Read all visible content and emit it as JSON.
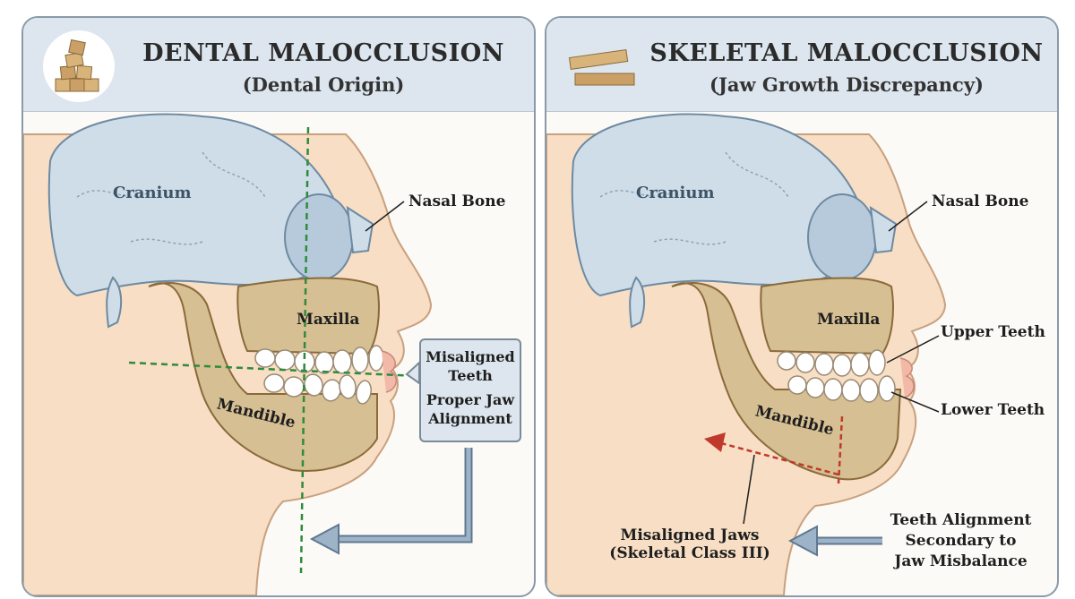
{
  "left_panel": {
    "title": "DENTAL MALOCCLUSION",
    "subtitle": "(Dental Origin)",
    "icon": "stacked-blocks-icon",
    "labels": {
      "cranium": "Cranium",
      "nasal_bone": "Nasal Bone",
      "maxilla": "Maxilla",
      "mandible": "Mandible"
    },
    "callout": {
      "line1": "Misaligned",
      "line2": "Teeth",
      "line3": "Proper Jaw",
      "line4": "Alignment"
    }
  },
  "right_panel": {
    "title": "SKELETAL MALOCCLUSION",
    "subtitle": "(Jaw Growth Discrepancy)",
    "icon": "offset-planks-icon",
    "labels": {
      "cranium": "Cranium",
      "nasal_bone": "Nasal Bone",
      "maxilla": "Maxilla",
      "mandible": "Mandible",
      "upper_teeth": "Upper Teeth",
      "lower_teeth": "Lower Teeth"
    },
    "misaligned_jaws": {
      "line1": "Misaligned Jaws",
      "line2": "(Skeletal Class III)"
    },
    "teeth_note": {
      "line1": "Teeth Alignment",
      "line2": "Secondary to",
      "line3": "Jaw Misbalance"
    }
  },
  "colors": {
    "header_bg": "#dde6ee",
    "bone": "#d6bf93",
    "skull": "#cfdde8",
    "skin": "#f6dcc0",
    "guide_line": "#2e8b3d",
    "dashed_arrow": "#c0392b",
    "pointer_arrow": "#7a93ad"
  }
}
